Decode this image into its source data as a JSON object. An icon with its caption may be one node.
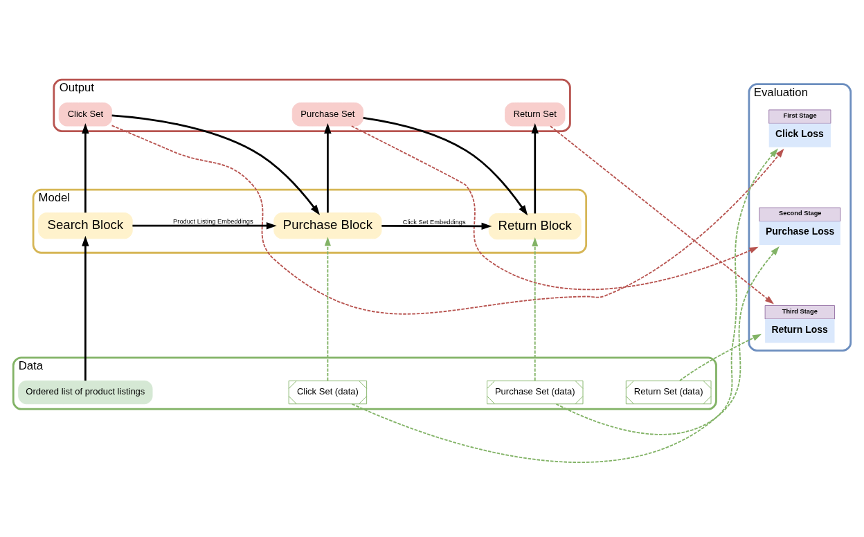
{
  "diagram": {
    "nodes": [
      {
        "text": [
          "Output"
        ]
      },
      {
        "text": [
          "Click Set"
        ],
        "in": 0
      },
      {
        "text": [
          "Purchase Set"
        ],
        "in": 0
      },
      {
        "text": [
          "Return Set"
        ],
        "in": 0
      },
      {
        "text": [
          "Model"
        ]
      },
      {
        "text": [
          "Search Block"
        ],
        "in": 4
      },
      {
        "text": [
          "Purchase Block"
        ],
        "in": 4
      },
      {
        "text": [
          "Return Block"
        ],
        "in": 4
      },
      {
        "text": [
          "Data"
        ]
      },
      {
        "text": [
          "Ordered list of product listings"
        ],
        "in": 8
      },
      {
        "text": [
          "Click Set (data)"
        ],
        "in": 8
      },
      {
        "text": [
          "Purchase Set (data)"
        ],
        "in": 8
      },
      {
        "text": [
          "Return Set (data)"
        ],
        "in": 8
      },
      {
        "text": [
          "Evaluation"
        ]
      },
      {
        "text": [
          "First Stage",
          "Click Loss"
        ],
        "in": 13
      },
      {
        "text": [
          "Second Stage",
          "Purchase Loss"
        ],
        "in": 13
      },
      {
        "text": [
          "Third Stage",
          "Return Loss"
        ],
        "in": 13
      }
    ],
    "edges": [
      {
        "from": 9,
        "to": 5,
        "arrow": "to"
      },
      {
        "from": 5,
        "to": 1,
        "arrow": "to"
      },
      {
        "from": 6,
        "to": 2,
        "arrow": "to"
      },
      {
        "from": 7,
        "to": 3,
        "arrow": "to"
      },
      {
        "from": 5,
        "to": 6,
        "arrow": "to",
        "label": "Product Listing Embeddings"
      },
      {
        "from": 6,
        "to": 7,
        "arrow": "to",
        "label": "Click Set Embeddings"
      },
      {
        "from": 1,
        "to": 6,
        "arrow": "to"
      },
      {
        "from": 2,
        "to": 7,
        "arrow": "to"
      },
      {
        "from": 1,
        "to": 14,
        "arrow": "to",
        "style": "dashed",
        "color": "#b85450"
      },
      {
        "from": 2,
        "to": 15,
        "arrow": "to",
        "style": "dashed",
        "color": "#b85450"
      },
      {
        "from": 3,
        "to": 16,
        "arrow": "to",
        "style": "dashed",
        "color": "#b85450"
      },
      {
        "from": 10,
        "to": 6,
        "arrow": "to",
        "style": "dashed",
        "color": "#82b366"
      },
      {
        "from": 11,
        "to": 7,
        "arrow": "to",
        "style": "dashed",
        "color": "#82b366"
      },
      {
        "from": 10,
        "to": 14,
        "arrow": "to",
        "style": "dashed",
        "color": "#82b366"
      },
      {
        "from": 11,
        "to": 15,
        "arrow": "to",
        "style": "dashed",
        "color": "#82b366"
      },
      {
        "from": 12,
        "to": 16,
        "arrow": "to",
        "style": "dashed",
        "color": "#82b366"
      }
    ]
  }
}
